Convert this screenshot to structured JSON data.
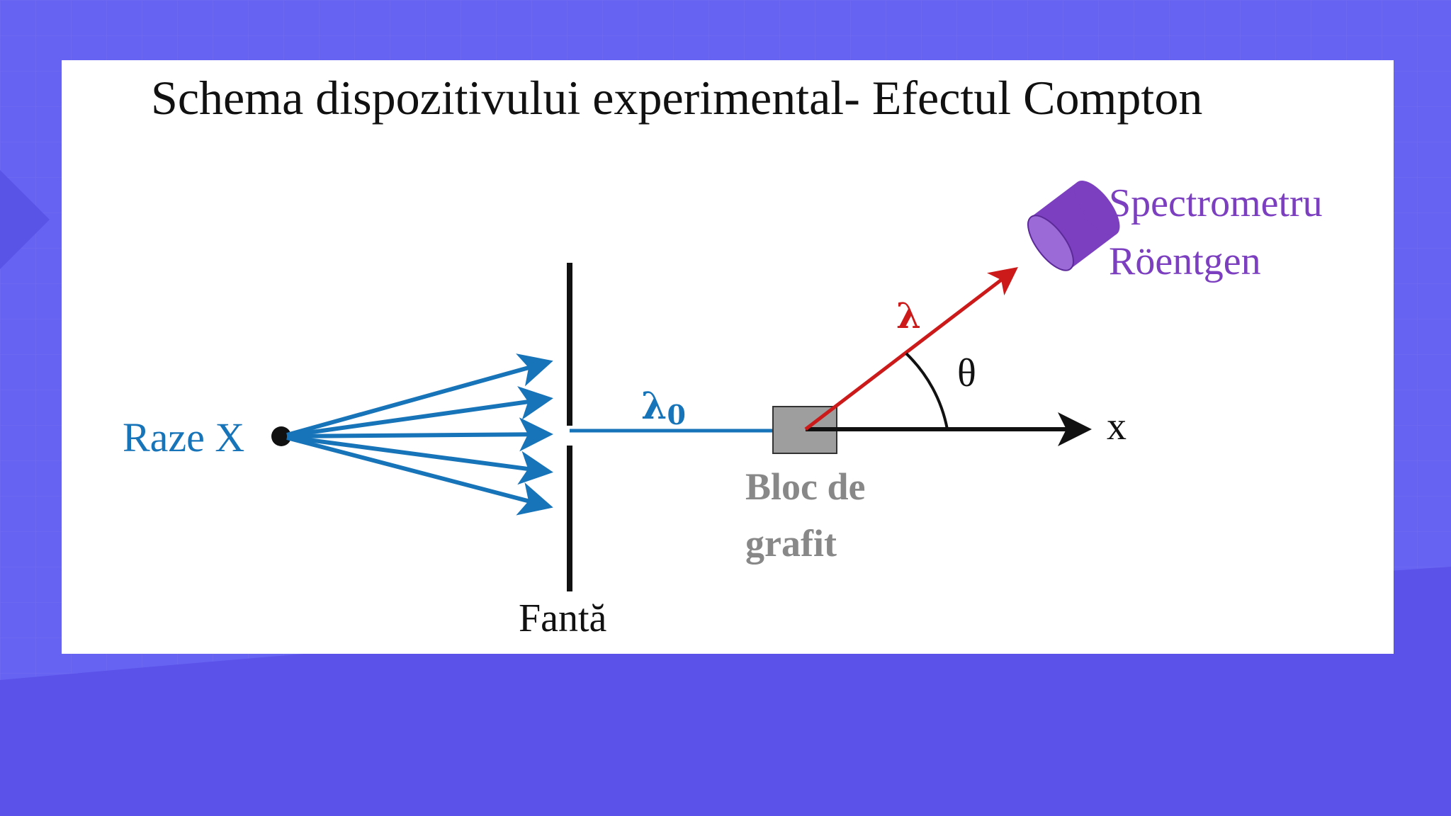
{
  "title": "Schema dispozitivului experimental- Efectul Compton",
  "labels": {
    "source": "Raze X",
    "slit": "Fantă",
    "incident_wavelength": "λ",
    "incident_wavelength_sub": "0",
    "scattered_wavelength": "λ",
    "angle": "θ",
    "axis": "x",
    "block_line1": "Bloc de",
    "block_line2": "grafit",
    "detector_line1": "Spectrometru",
    "detector_line2": "Röentgen"
  },
  "colors": {
    "background": "#6560f0",
    "slide": "#ffffff",
    "incident_rays": "#1874b8",
    "scattered_ray": "#cc1a1a",
    "detector": "#7b3fbf",
    "block": "#9e9e9e",
    "block_label": "#888888",
    "axis": "#111111"
  },
  "icons": {
    "detector": "cylinder-detector-icon",
    "source": "point-source-icon"
  }
}
